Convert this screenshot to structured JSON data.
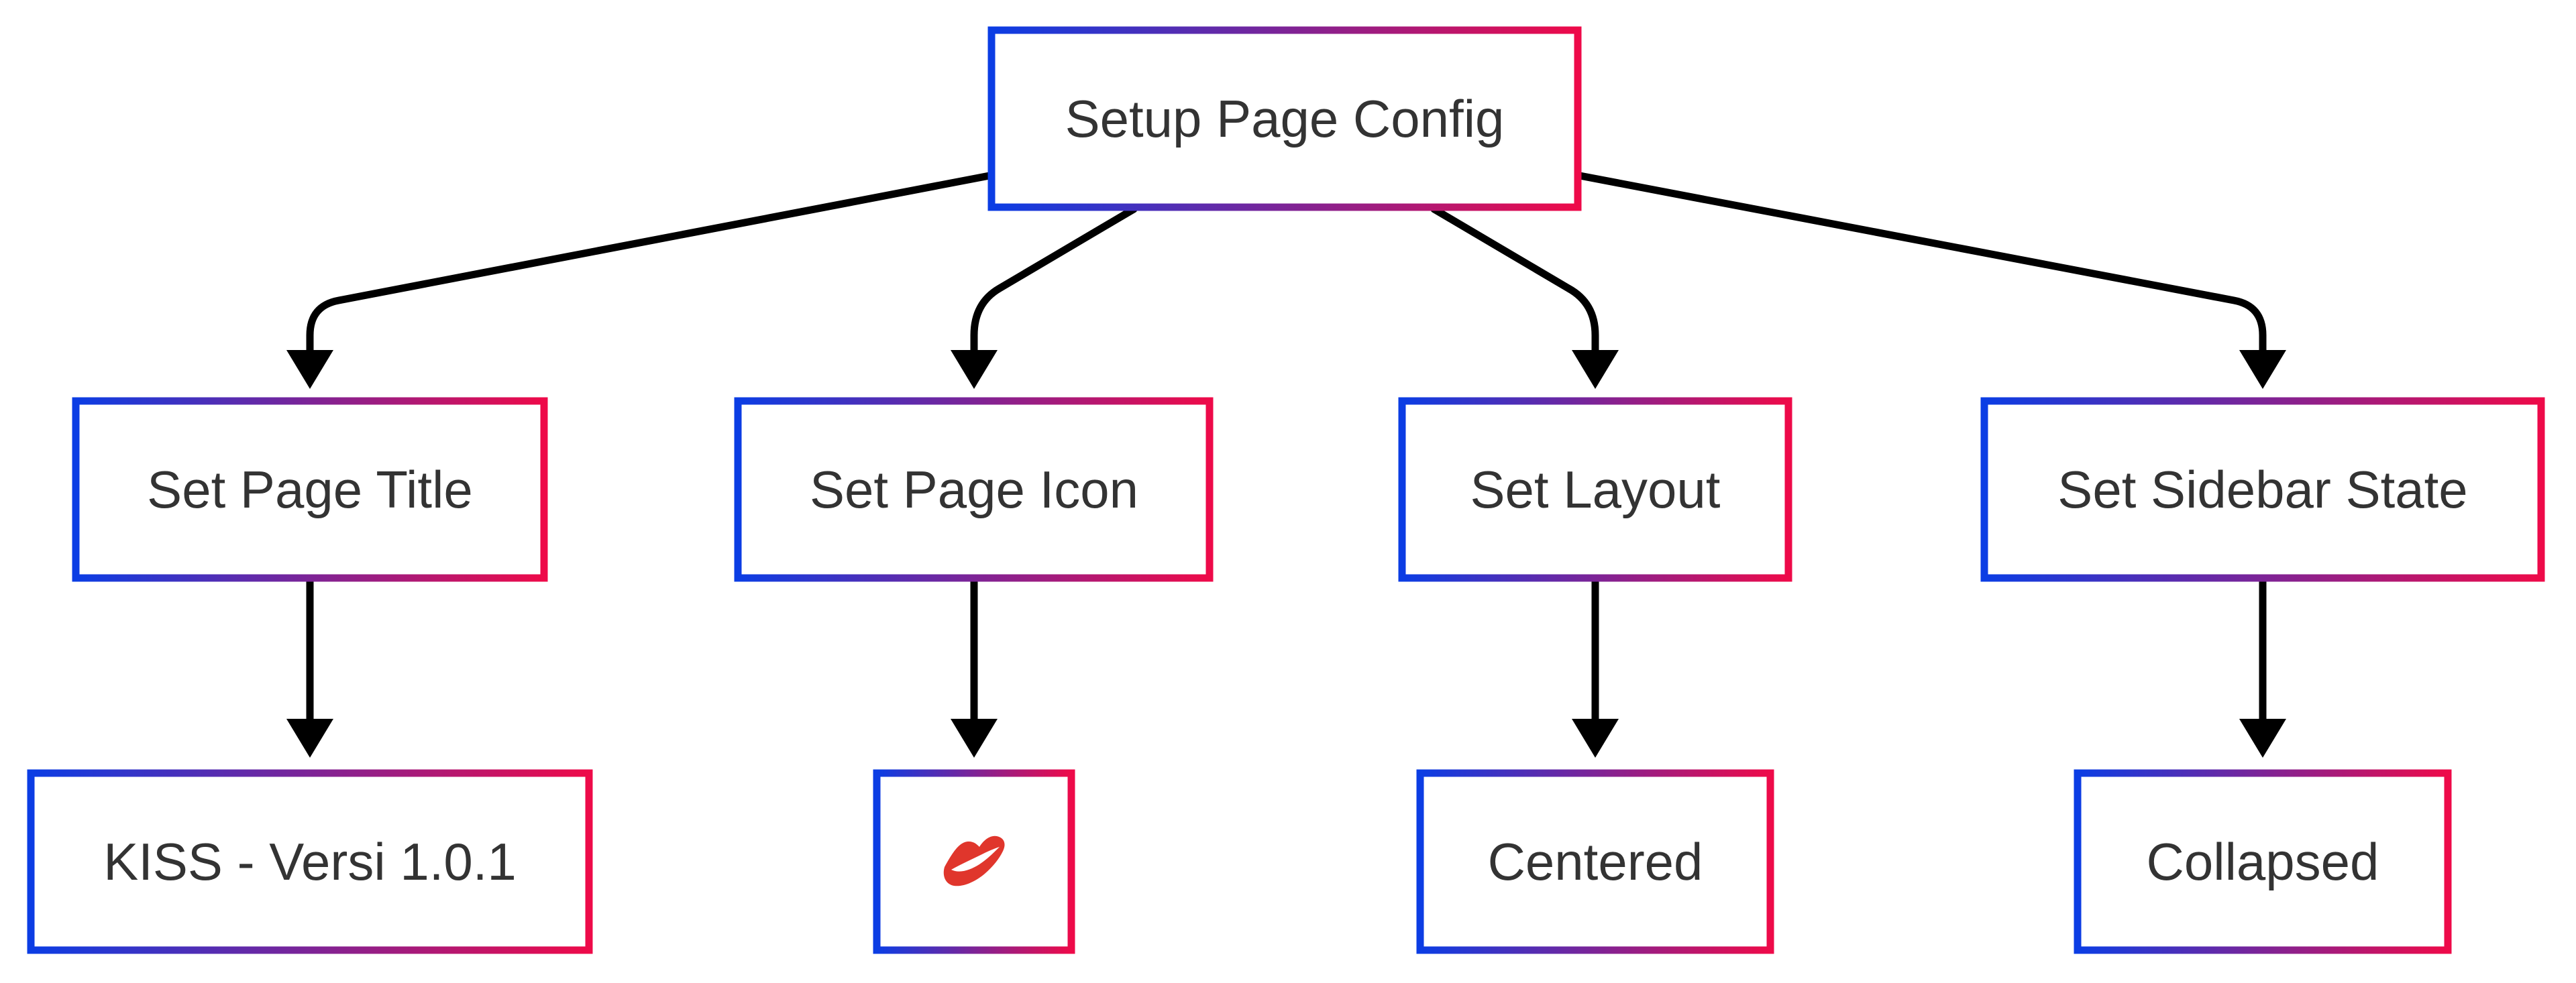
{
  "nodes": {
    "root": {
      "label": "Setup Page Config"
    },
    "title": {
      "label": "Set Page Title"
    },
    "icon": {
      "label": "Set Page Icon"
    },
    "layout": {
      "label": "Set Layout"
    },
    "sidebar": {
      "label": "Set Sidebar State"
    },
    "title_value": {
      "label": "KISS - Versi 1.0.1"
    },
    "icon_value": {
      "icon": "kiss-lips-icon"
    },
    "layout_value": {
      "label": "Centered"
    },
    "sidebar_value": {
      "label": "Collapsed"
    }
  },
  "edges": [
    {
      "from": "Setup Page Config",
      "to": "Set Page Title"
    },
    {
      "from": "Setup Page Config",
      "to": "Set Page Icon"
    },
    {
      "from": "Setup Page Config",
      "to": "Set Layout"
    },
    {
      "from": "Setup Page Config",
      "to": "Set Sidebar State"
    },
    {
      "from": "Set Page Title",
      "to": "KISS - Versi 1.0.1"
    },
    {
      "from": "Set Page Icon",
      "to": "kiss-lips-icon"
    },
    {
      "from": "Set Layout",
      "to": "Centered"
    },
    {
      "from": "Set Sidebar State",
      "to": "Collapsed"
    }
  ],
  "colors": {
    "border_start": "#0b3de4",
    "border_end": "#ee0a49",
    "icon": "#e0362c",
    "text": "#333333",
    "edge": "#000000"
  }
}
